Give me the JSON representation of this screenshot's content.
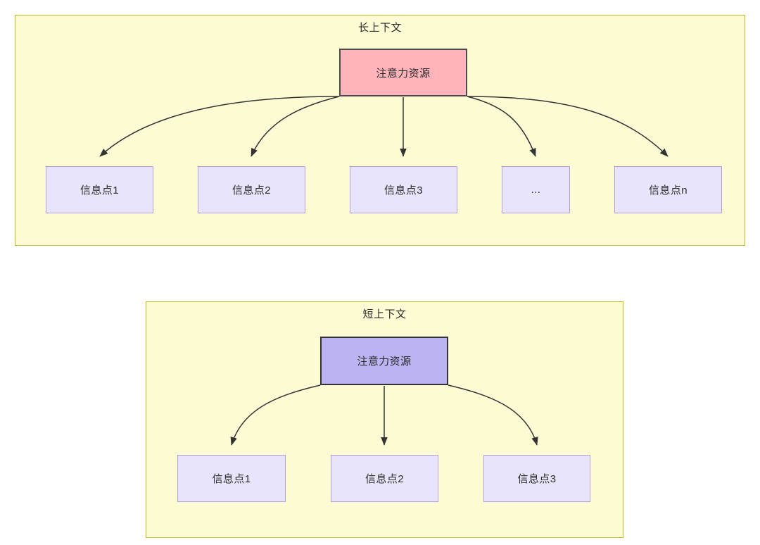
{
  "diagram": {
    "title_visible": false,
    "colors": {
      "group_fill": "#fdfbd4",
      "group_border": "#babb24",
      "attention_long_fill": "#ffb3ba",
      "attention_short_fill": "#bbb3f2",
      "info_node_fill": "#e8e4fb",
      "info_node_border": "#b39ddb",
      "edge_stroke": "#333333",
      "text_color": "#2b2b2b"
    },
    "groups": [
      {
        "id": "long-context",
        "label": "长上下文",
        "source": {
          "label": "注意力资源"
        },
        "targets": [
          {
            "label": "信息点1"
          },
          {
            "label": "信息点2"
          },
          {
            "label": "信息点3"
          },
          {
            "label": "..."
          },
          {
            "label": "信息点n"
          }
        ]
      },
      {
        "id": "short-context",
        "label": "短上下文",
        "source": {
          "label": "注意力资源"
        },
        "targets": [
          {
            "label": "信息点1"
          },
          {
            "label": "信息点2"
          },
          {
            "label": "信息点3"
          }
        ]
      }
    ]
  }
}
